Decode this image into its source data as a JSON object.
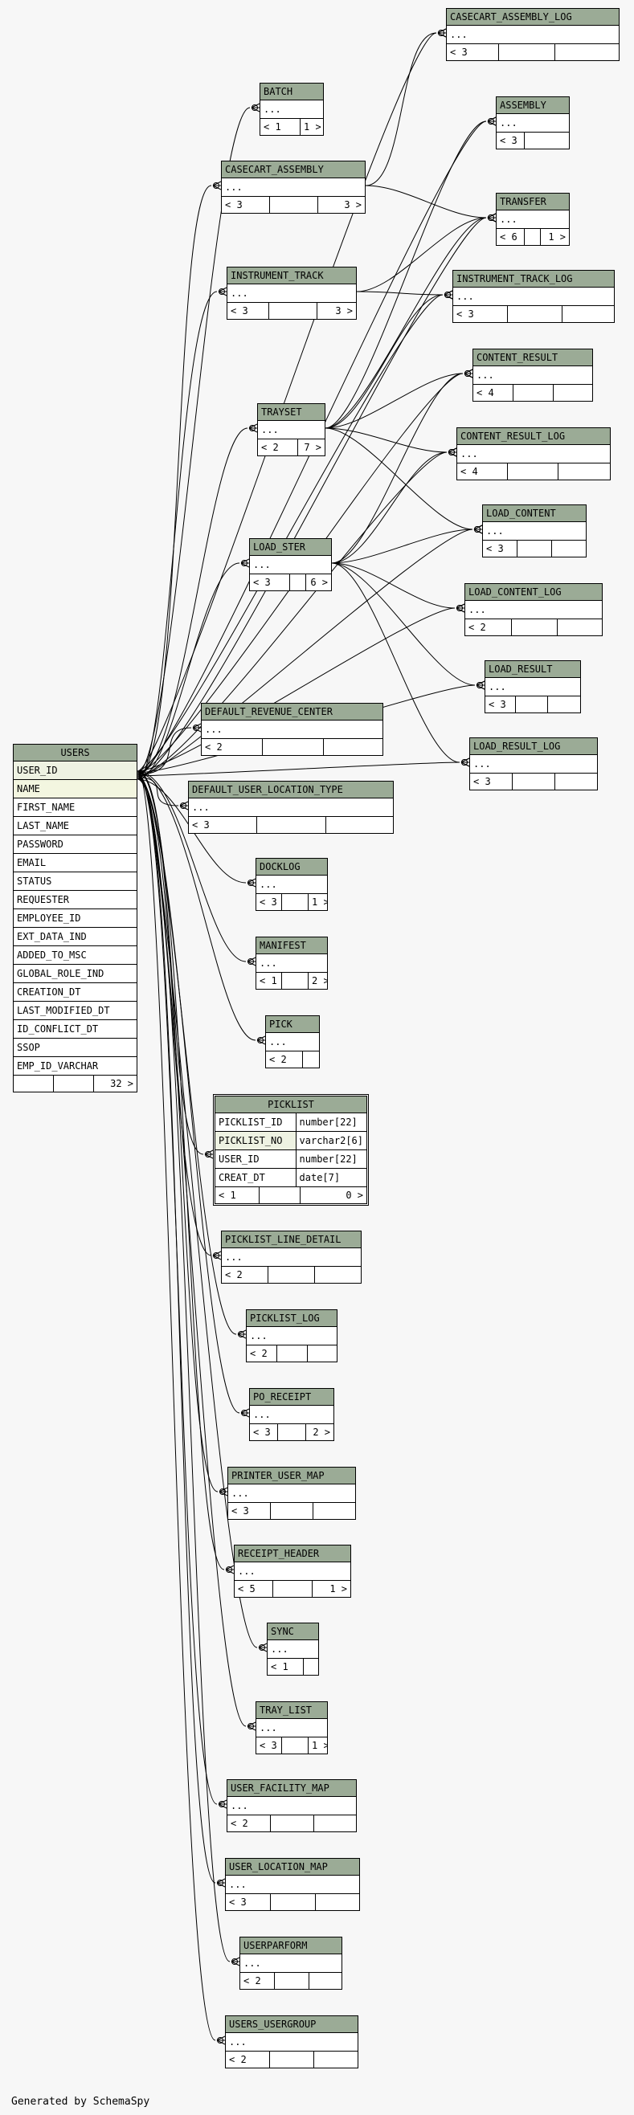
{
  "footer": "Generated by SchemaSpy",
  "users": {
    "name": "USERS",
    "columns": [
      "USER_ID",
      "NAME",
      "FIRST_NAME",
      "LAST_NAME",
      "PASSWORD",
      "EMAIL",
      "STATUS",
      "REQUESTER",
      "EMPLOYEE_ID",
      "EXT_DATA_IND",
      "ADDED_TO_MSC",
      "GLOBAL_ROLE_IND",
      "CREATION_DT",
      "LAST_MODIFIED_DT",
      "ID_CONFLICT_DT",
      "SSOP",
      "EMP_ID_VARCHAR"
    ],
    "footer": [
      "",
      "",
      "32 >"
    ]
  },
  "picklist": {
    "name": "PICKLIST",
    "columns": [
      {
        "name": "PICKLIST_ID",
        "type": "number[22]"
      },
      {
        "name": "PICKLIST_NO",
        "type": "varchar2[6]"
      },
      {
        "name": "USER_ID",
        "type": "number[22]"
      },
      {
        "name": "CREAT_DT",
        "type": "date[7]"
      }
    ],
    "footer": [
      "< 1",
      "",
      "0 >"
    ]
  },
  "tables": [
    {
      "id": "casecart_assembly_log",
      "name": "CASECART_ASSEMBLY_LOG",
      "body": "...",
      "footer": [
        "< 3",
        "",
        ""
      ]
    },
    {
      "id": "batch",
      "name": "BATCH",
      "body": "...",
      "footer": [
        "< 1",
        "1 >"
      ]
    },
    {
      "id": "assembly",
      "name": "ASSEMBLY",
      "body": "...",
      "footer": [
        "< 3",
        ""
      ]
    },
    {
      "id": "casecart_assembly",
      "name": "CASECART_ASSEMBLY",
      "body": "...",
      "footer": [
        "< 3",
        "",
        "3 >"
      ]
    },
    {
      "id": "transfer",
      "name": "TRANSFER",
      "body": "...",
      "footer": [
        "< 6",
        "",
        "1 >"
      ]
    },
    {
      "id": "instrument_track",
      "name": "INSTRUMENT_TRACK",
      "body": "...",
      "footer": [
        "< 3",
        "",
        "3 >"
      ]
    },
    {
      "id": "instrument_track_log",
      "name": "INSTRUMENT_TRACK_LOG",
      "body": "...",
      "footer": [
        "< 3",
        "",
        ""
      ]
    },
    {
      "id": "content_result",
      "name": "CONTENT_RESULT",
      "body": "...",
      "footer": [
        "< 4",
        "",
        ""
      ]
    },
    {
      "id": "trayset",
      "name": "TRAYSET",
      "body": "...",
      "footer": [
        "< 2",
        "7 >"
      ]
    },
    {
      "id": "content_result_log",
      "name": "CONTENT_RESULT_LOG",
      "body": "...",
      "footer": [
        "< 4",
        "",
        ""
      ]
    },
    {
      "id": "load_content",
      "name": "LOAD_CONTENT",
      "body": "...",
      "footer": [
        "< 3",
        "",
        ""
      ]
    },
    {
      "id": "load_ster",
      "name": "LOAD_STER",
      "body": "...",
      "footer": [
        "< 3",
        "",
        "6 >"
      ]
    },
    {
      "id": "load_content_log",
      "name": "LOAD_CONTENT_LOG",
      "body": "...",
      "footer": [
        "< 2",
        "",
        ""
      ]
    },
    {
      "id": "load_result",
      "name": "LOAD_RESULT",
      "body": "...",
      "footer": [
        "< 3",
        "",
        ""
      ]
    },
    {
      "id": "default_revenue_center",
      "name": "DEFAULT_REVENUE_CENTER",
      "body": "...",
      "footer": [
        "< 2",
        "",
        ""
      ]
    },
    {
      "id": "load_result_log",
      "name": "LOAD_RESULT_LOG",
      "body": "...",
      "footer": [
        "< 3",
        "",
        ""
      ]
    },
    {
      "id": "default_user_location_type",
      "name": "DEFAULT_USER_LOCATION_TYPE",
      "body": "...",
      "footer": [
        "< 3",
        "",
        ""
      ]
    },
    {
      "id": "docklog",
      "name": "DOCKLOG",
      "body": "...",
      "footer": [
        "< 3",
        "",
        "1 >"
      ]
    },
    {
      "id": "manifest",
      "name": "MANIFEST",
      "body": "...",
      "footer": [
        "< 1",
        "",
        "2 >"
      ]
    },
    {
      "id": "pick",
      "name": "PICK",
      "body": "...",
      "footer": [
        "< 2",
        ""
      ]
    },
    {
      "id": "picklist_line_detail",
      "name": "PICKLIST_LINE_DETAIL",
      "body": "...",
      "footer": [
        "< 2",
        "",
        ""
      ]
    },
    {
      "id": "picklist_log",
      "name": "PICKLIST_LOG",
      "body": "...",
      "footer": [
        "< 2",
        "",
        ""
      ]
    },
    {
      "id": "po_receipt",
      "name": "PO_RECEIPT",
      "body": "...",
      "footer": [
        "< 3",
        "",
        "2 >"
      ]
    },
    {
      "id": "printer_user_map",
      "name": "PRINTER_USER_MAP",
      "body": "...",
      "footer": [
        "< 3",
        "",
        ""
      ]
    },
    {
      "id": "receipt_header",
      "name": "RECEIPT_HEADER",
      "body": "...",
      "footer": [
        "< 5",
        "",
        "1 >"
      ]
    },
    {
      "id": "sync",
      "name": "SYNC",
      "body": "...",
      "footer": [
        "< 1",
        ""
      ]
    },
    {
      "id": "tray_list",
      "name": "TRAY_LIST",
      "body": "...",
      "footer": [
        "< 3",
        "",
        "1 >"
      ]
    },
    {
      "id": "user_facility_map",
      "name": "USER_FACILITY_MAP",
      "body": "...",
      "footer": [
        "< 2",
        "",
        ""
      ]
    },
    {
      "id": "user_location_map",
      "name": "USER_LOCATION_MAP",
      "body": "...",
      "footer": [
        "< 3",
        "",
        ""
      ]
    },
    {
      "id": "userparform",
      "name": "USERPARFORM",
      "body": "...",
      "footer": [
        "< 2",
        "",
        ""
      ]
    },
    {
      "id": "users_usergroup",
      "name": "USERS_USERGROUP",
      "body": "...",
      "footer": [
        "< 2",
        "",
        ""
      ]
    }
  ]
}
